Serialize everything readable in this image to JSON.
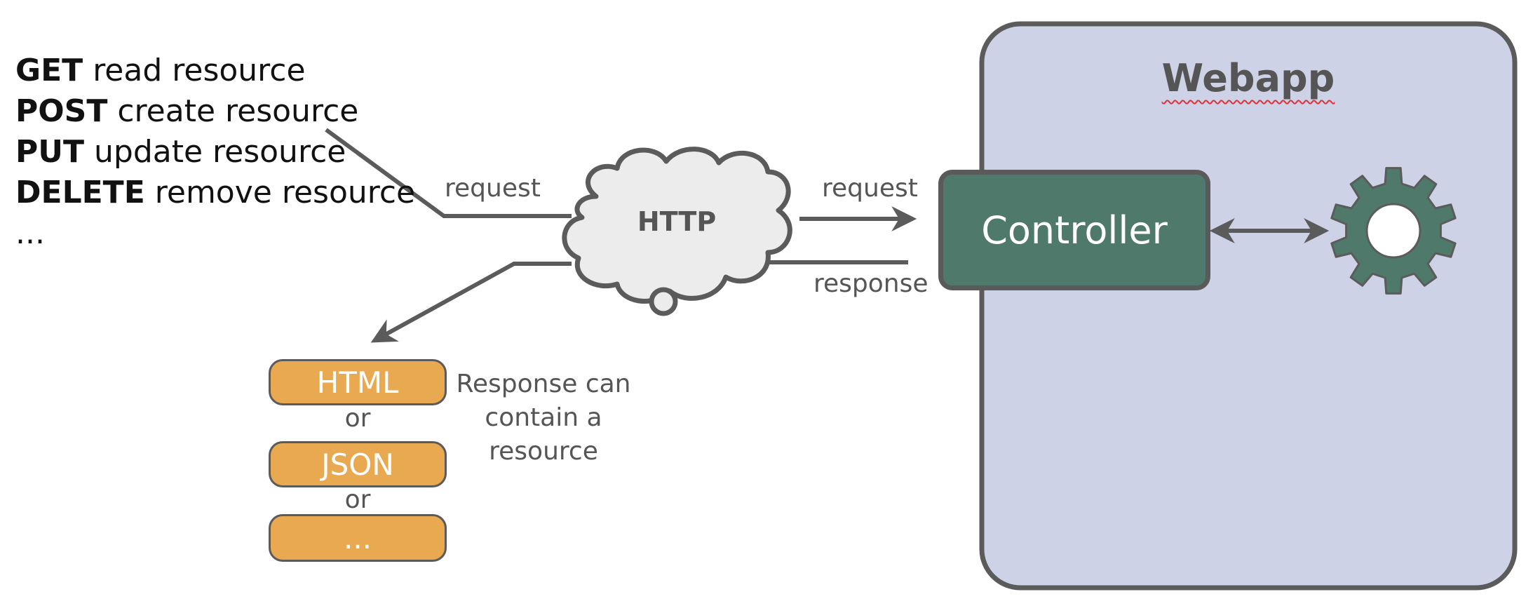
{
  "methods": [
    {
      "verb": "GET",
      "desc": "read resource"
    },
    {
      "verb": "POST",
      "desc": "create resource"
    },
    {
      "verb": "PUT",
      "desc": "update resource"
    },
    {
      "verb": "DELETE",
      "desc": "remove resource"
    }
  ],
  "methods_more": "...",
  "edges": {
    "request_in": "request",
    "request_out": "request",
    "response": "response"
  },
  "cloud": {
    "label": "HTTP"
  },
  "formats": {
    "items": [
      "HTML",
      "JSON",
      "..."
    ],
    "separator": "or",
    "note": [
      "Response can",
      "contain a",
      "resource"
    ]
  },
  "webapp": {
    "title": "Webapp",
    "controller": "Controller",
    "gear_icon": "gear-icon"
  },
  "colors": {
    "webapp_bg": "#ced2e7",
    "controller": "#4f7a6b",
    "gear": "#4f7a6b",
    "format_pill": "#e8a950",
    "cloud": "#ececec",
    "stroke": "#5b5b5b"
  }
}
